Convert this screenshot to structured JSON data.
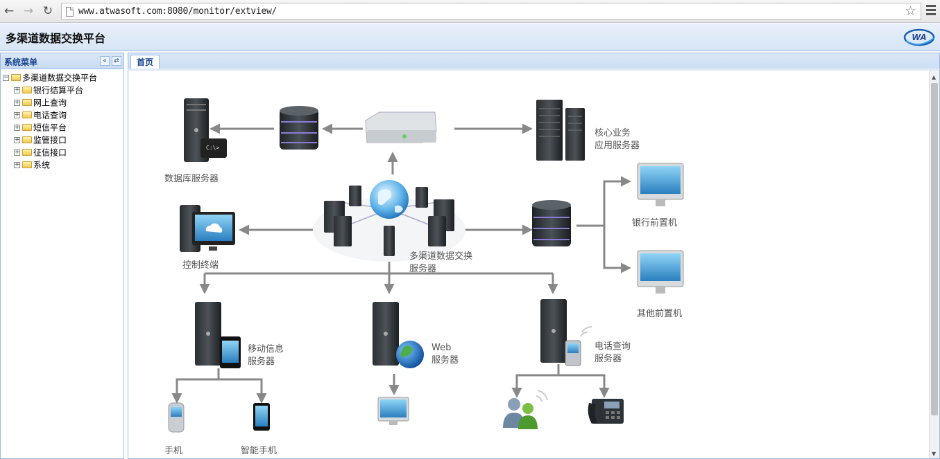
{
  "browser": {
    "url": "www.atwasoft.com:8080/monitor/extview/",
    "back_icon": "arrow-left-icon",
    "forward_icon": "arrow-right-icon",
    "reload_icon": "reload-icon",
    "bookmark_icon": "star-icon",
    "menu_icon": "hamburger-icon"
  },
  "app": {
    "title": "多渠道数据交换平台",
    "logo_text": "WA"
  },
  "sidebar": {
    "title": "系统菜单",
    "collapse_icon": "double-chevron-left-icon",
    "refresh_icon": "refresh-icon",
    "root": "多渠道数据交换平台",
    "items": [
      {
        "label": "银行结算平台"
      },
      {
        "label": "网上查询"
      },
      {
        "label": "电话查询"
      },
      {
        "label": "短信平台"
      },
      {
        "label": "监管接口"
      },
      {
        "label": "征信接口"
      },
      {
        "label": "系统"
      }
    ]
  },
  "tabs": [
    {
      "label": "首页"
    }
  ],
  "diagram": {
    "db_server": "数据库服务器",
    "core_app_line1": "核心业务",
    "core_app_line2": "应用服务器",
    "bank_front": "银行前置机",
    "other_front": "其他前置机",
    "control_terminal": "控制终端",
    "hub_line1": "多渠道数据交换",
    "hub_line2": "服务器",
    "mobile_line1": "移动信息",
    "mobile_line2": "服务器",
    "web_line1": "Web",
    "web_line2": "服务器",
    "phone_line1": "电话查询",
    "phone_line2": "服务器",
    "cellphone": "手机",
    "smartphone": "智能手机"
  },
  "colors": {
    "panel_border": "#99bbe8",
    "panel_title": "#15428b",
    "arrow": "#888888"
  }
}
